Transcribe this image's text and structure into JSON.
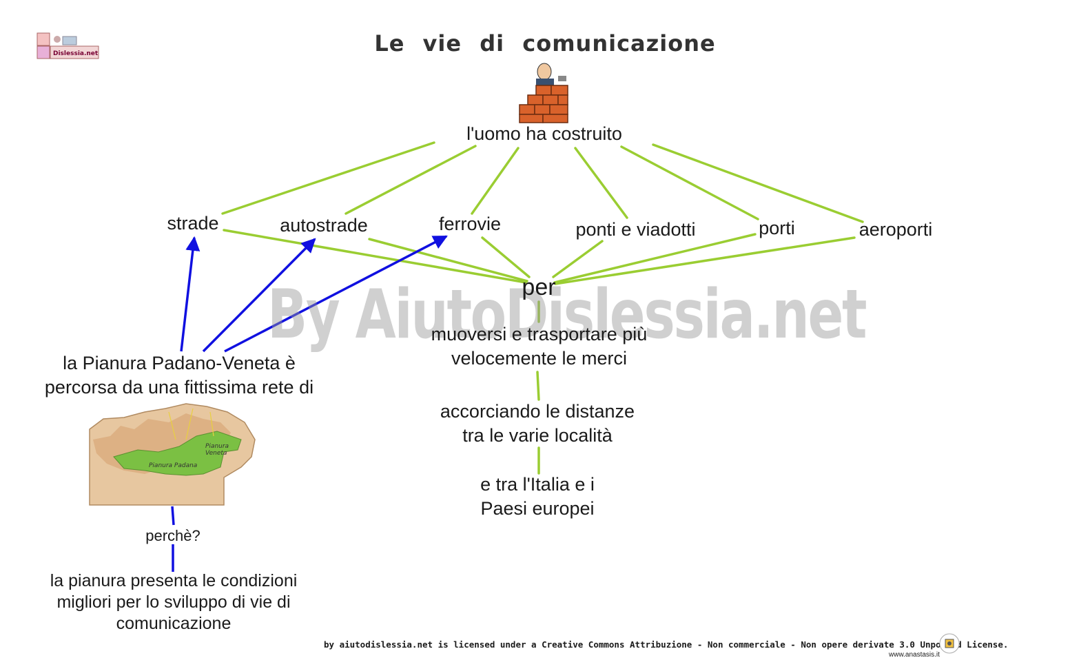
{
  "title": "Le vie di comunicazione",
  "logo_text": "Dislessia.net",
  "root": "l'uomo ha costruito",
  "categories": [
    "strade",
    "autostrade",
    "ferrovie",
    "ponti e viadotti",
    "porti",
    "aeroporti"
  ],
  "hub": "per",
  "purpose": {
    "line1": "muoversi e trasportare più",
    "line2": "velocemente le merci"
  },
  "effect1": {
    "line1": "accorciando le distanze",
    "line2": "tra le varie località"
  },
  "effect2": {
    "line1": "e tra l'Italia e i",
    "line2": "Paesi europei"
  },
  "plain": {
    "line1": "la Pianura Padano-Veneta è",
    "line2": "percorsa da una fittissima rete di"
  },
  "map_labels": {
    "padana": "Pianura Padana",
    "veneta_1": "Pianura",
    "veneta_2": "Veneta"
  },
  "question": "perchè?",
  "reason": {
    "line1": "la pianura presenta le condizioni",
    "line2": "migliori per lo sviluppo di vie di",
    "line3": "comunicazione"
  },
  "watermark": "By AiutoDislessia.net",
  "license": "by aiutodislessia.net is licensed under a Creative Commons Attribuzione - Non commerciale - Non opere derivate 3.0 Unported License.",
  "site": "www.anastasis.it",
  "colors": {
    "green_link": "#9acd32",
    "blue_arrow": "#1010e0",
    "map_green": "#7bc043",
    "brick": "#d9622b"
  },
  "icons": [
    "dislessia-logo-icon",
    "bricklayer-icon",
    "italy-map-icon",
    "supermappe-badge-icon"
  ]
}
